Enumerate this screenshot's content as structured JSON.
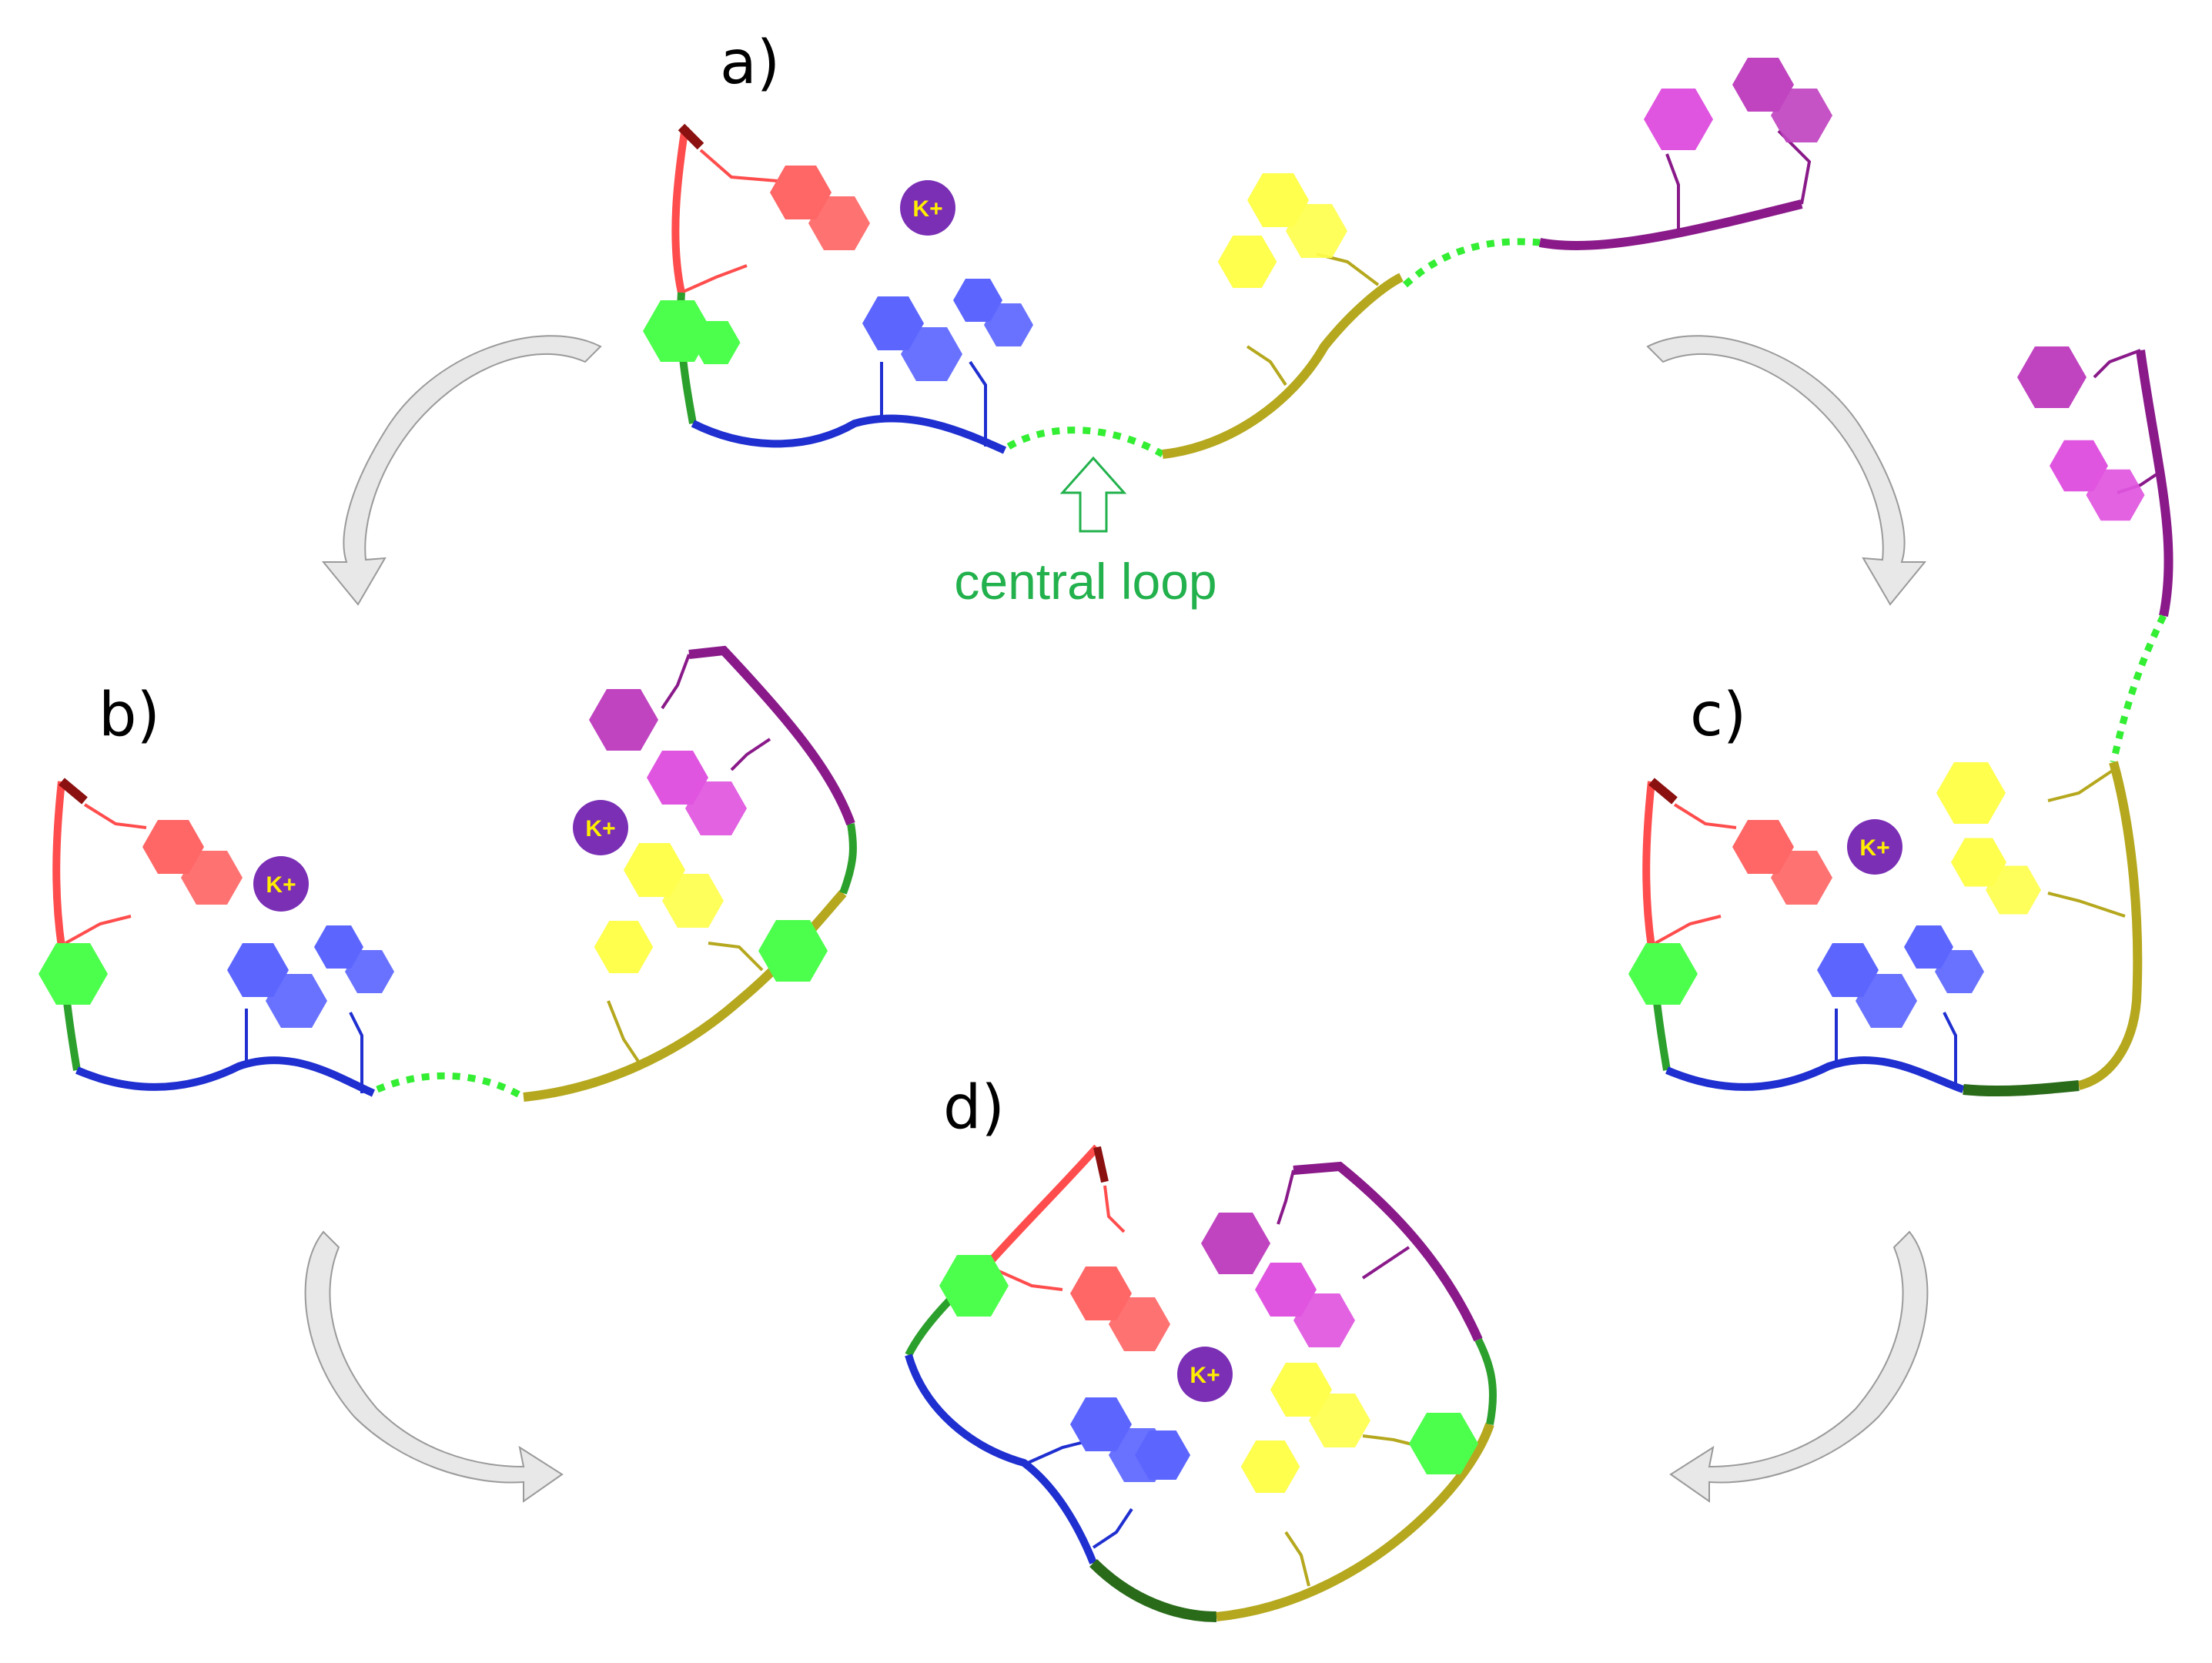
{
  "panels": [
    {
      "label": "a)",
      "ion": "K+"
    },
    {
      "label": "b)",
      "ion": "K+",
      "ion2": "K+"
    },
    {
      "label": "c)",
      "ion": "K+"
    },
    {
      "label": "d)",
      "ion": "K+"
    }
  ],
  "annotation": {
    "text": "central loop"
  },
  "colors": {
    "red_segment": "#ff4d4d",
    "red_base": "#ff6666",
    "green_segment": "#2ca02c",
    "green_base": "#4dff4d",
    "blue_segment": "#1f2fd0",
    "blue_base": "#5c66ff",
    "yellow_segment": "#b5a81e",
    "yellow_base": "#ffff4d",
    "purple_segment": "#8a1a8a",
    "magenta_base": "#e055e0",
    "purple_base": "#c044c0",
    "loop_dots": "#33ee33",
    "ion_fill": "#7a2fb5",
    "ion_text": "#ffee00",
    "arrow_fill": "#e8e8e8",
    "arrow_stroke": "#9a9a9a",
    "annotation": "#22b14c"
  }
}
